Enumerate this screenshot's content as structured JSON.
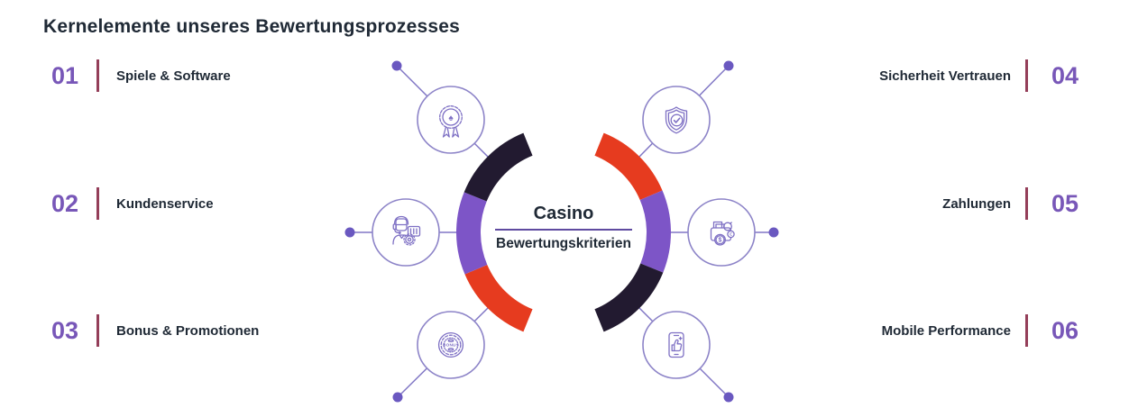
{
  "title": "Kernelemente unseres Bewertungsprozesses",
  "items_left": [
    {
      "number": "01",
      "label": "Spiele & Software"
    },
    {
      "number": "02",
      "label": "Kundenservice"
    },
    {
      "number": "03",
      "label": "Bonus & Promotionen"
    }
  ],
  "items_right": [
    {
      "number": "04",
      "label": "Sicherheit Vertrauen"
    },
    {
      "number": "05",
      "label": "Zahlungen"
    },
    {
      "number": "06",
      "label": "Mobile Performance"
    }
  ],
  "center": {
    "line1": "Casino",
    "line2": "Bewertungskriterien"
  },
  "diagram": {
    "icons": [
      {
        "name": "award-badge",
        "glyph": "♠"
      },
      {
        "name": "shield-check"
      },
      {
        "name": "support-agent"
      },
      {
        "name": "wallet",
        "coin_symbol": "$",
        "coin_symbol_2": "€"
      },
      {
        "name": "bonus-chip",
        "text": "BONUS"
      },
      {
        "name": "mobile-thumbs-up"
      }
    ],
    "ring_segment_colors": [
      "ring_red",
      "ring_purple",
      "ring_dark",
      "ring_red",
      "ring_purple",
      "ring_dark"
    ]
  },
  "colors": {
    "title_text": "#202a36",
    "label_text": "#202a36",
    "number": "#7857b8",
    "divider": "#943e59",
    "ring_red": "#e63b1f",
    "ring_purple": "#7d55c7",
    "ring_dark": "#221a30",
    "connector": "#8177c5",
    "dot": "#6a58c0",
    "circle_stroke": "#8d84c8",
    "icon_stroke": "#7e70c4",
    "underline": "#5f4aa0"
  }
}
